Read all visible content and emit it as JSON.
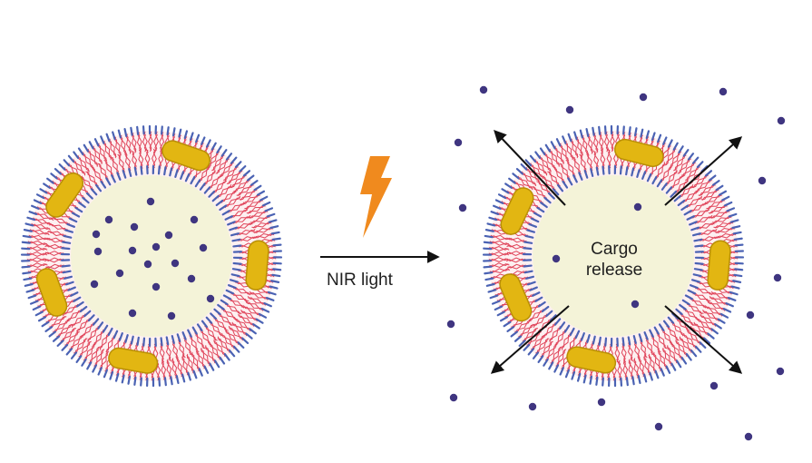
{
  "figure": {
    "arrow_label": "NIR light",
    "cargo_label_line1": "Cargo",
    "cargo_label_line2": "release"
  },
  "colors": {
    "lipid_head": "#4a62b3",
    "lipid_tail": "#e0445a",
    "core_fill": "#f4f3d8",
    "nanorod_fill": "#e2b612",
    "nanorod_edge": "#b98f05",
    "cargo_dot": "#3f3580",
    "lightning": "#f08a1e",
    "arrow": "#111111"
  },
  "icons": {
    "stimulus": "lightning-bolt-icon",
    "direction": "arrow-right-icon",
    "release": "outward-arrow-icon"
  }
}
